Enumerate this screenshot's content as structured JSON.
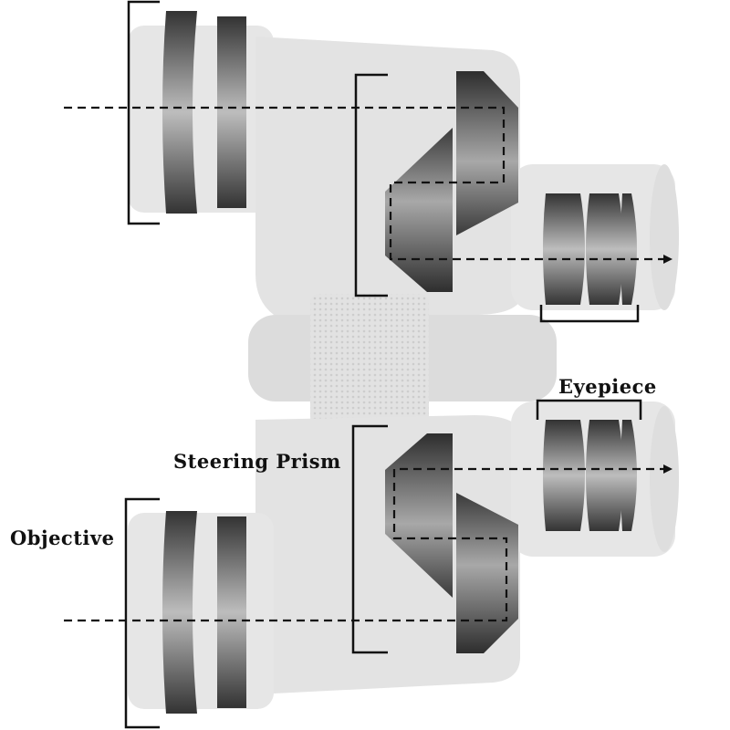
{
  "labels": {
    "objective": "Objective",
    "steering_prism": "Steering Prism",
    "eyepiece": "Eyepiece"
  },
  "colors": {
    "body": "#e4e4e4",
    "body_shade": "#d4d4d4",
    "lens_dark": "#3a3a3a",
    "lens_light": "#b8b8b8",
    "line": "#111111"
  }
}
